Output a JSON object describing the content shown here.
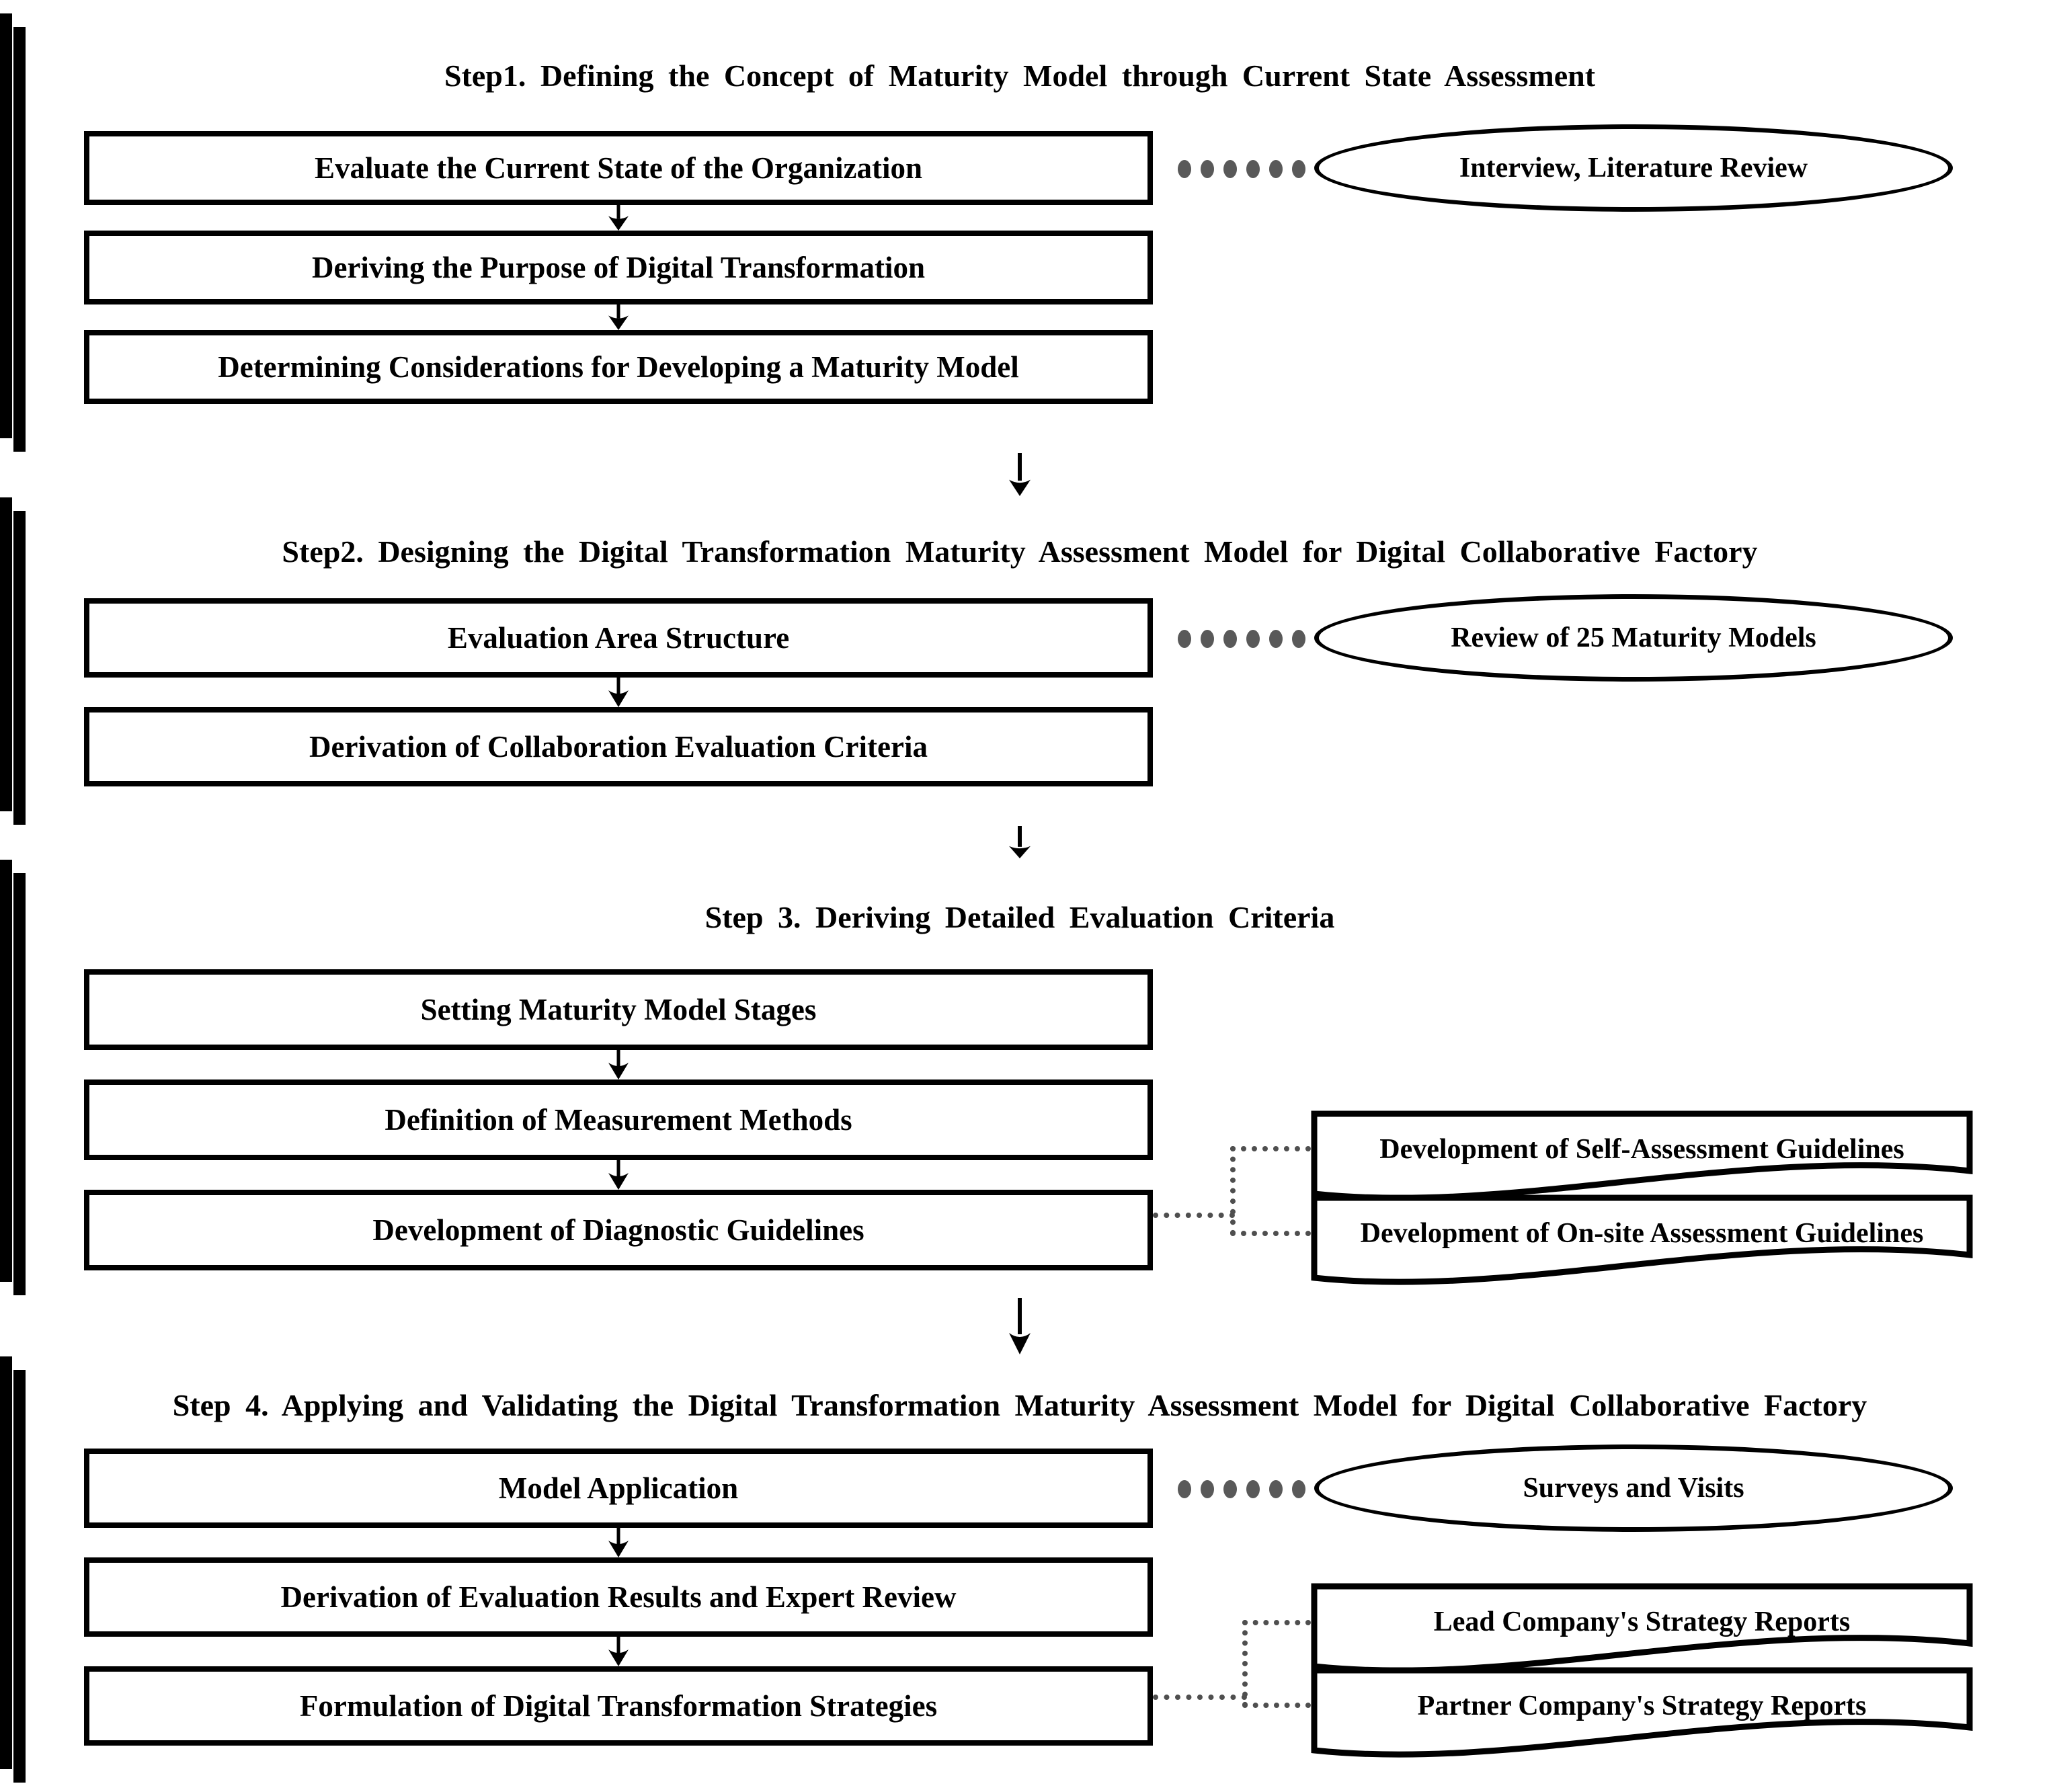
{
  "figure": {
    "description": "Research methodology flowchart with four step panels",
    "colors": {
      "panel_bg": "#dcdcdc",
      "box_bg": "#ffffff",
      "border": "#000000",
      "leader_dot": "#595959",
      "dash_connector": "#4f4f4f"
    },
    "panels": [
      {
        "title": "Step1. Defining the Concept of Maturity  Model through  Current  State Assessment",
        "boxes": [
          "Evaluate the Current State of the Organization",
          "Deriving the Purpose of Digital Transformation",
          "Determining Considerations for Developing a Maturity Model"
        ],
        "ellipse": "Interview, Literature Review"
      },
      {
        "title": "Step2. Designing the Digital Transformation  Maturity  Assessment Model for Digital Collaborative  Factory",
        "boxes": [
          "Evaluation Area Structure",
          "Derivation of Collaboration Evaluation Criteria"
        ],
        "ellipse": "Review of 25 Maturity  Models"
      },
      {
        "title": "Step 3. Deriving  Detailed  Evaluation  Criteria",
        "boxes": [
          "Setting Maturity Model Stages",
          "Definition of Measurement Methods",
          "Development of Diagnostic Guidelines"
        ],
        "documents": [
          "Development of Self-Assessment Guidelines",
          "Development of On-site Assessment Guidelines"
        ]
      },
      {
        "title": "Step 4. Applying  and  Validating  the Digital Transformation  Maturity  Assessment Model for  Digital  Collaborative  Factory",
        "boxes": [
          "Model Application",
          "Derivation of Evaluation Results and Expert  Review",
          "Formulation of Digital Transformation Strategies"
        ],
        "ellipse": "Surveys and Visits",
        "documents": [
          "Lead Company's Strategy Reports",
          "Partner Company's Strategy Reports"
        ]
      }
    ]
  }
}
